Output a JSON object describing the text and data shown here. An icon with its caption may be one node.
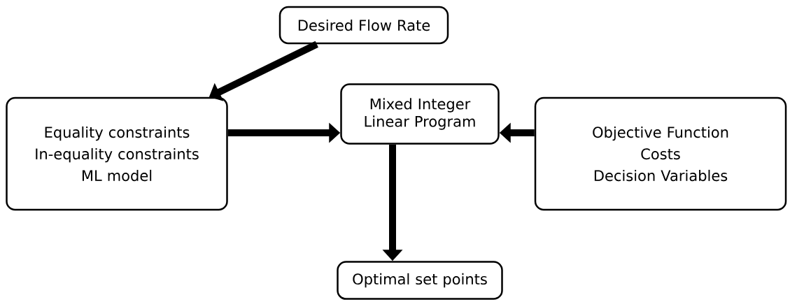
{
  "diagram": {
    "nodes": [
      {
        "text": [
          "Desired Flow Rate"
        ]
      },
      {
        "text": [
          "Equality constraints",
          "In-equality constraints",
          "ML model"
        ]
      },
      {
        "text": [
          "Mixed Integer Linear Program"
        ]
      },
      {
        "text": [
          "Objective Function",
          "Costs",
          "Decision Variables"
        ]
      },
      {
        "text": [
          "Optimal set points"
        ]
      }
    ],
    "edges": [
      {
        "from": 0,
        "to": 1,
        "arrow": "to"
      },
      {
        "from": 1,
        "to": 2,
        "arrow": "to"
      },
      {
        "from": 3,
        "to": 2,
        "arrow": "to"
      },
      {
        "from": 2,
        "to": 4,
        "arrow": "to"
      }
    ]
  }
}
